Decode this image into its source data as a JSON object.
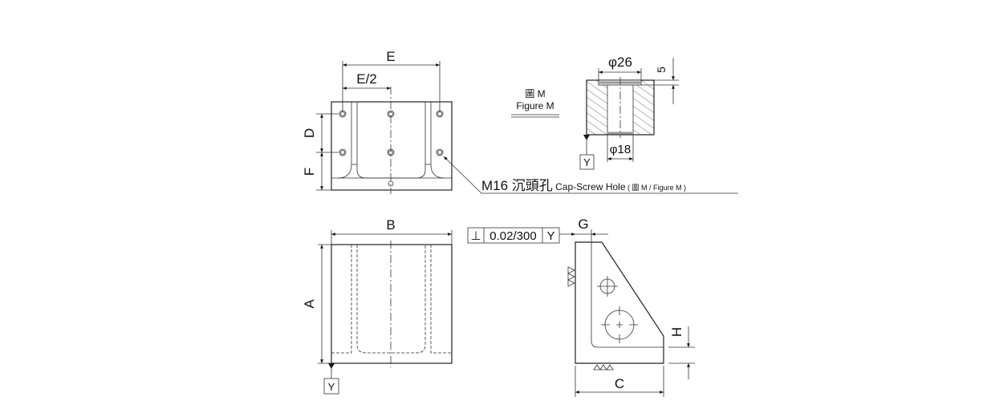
{
  "dimensions": {
    "E": "E",
    "E_half": "E/2",
    "D": "D",
    "F": "F",
    "B": "B",
    "A": "A",
    "G": "G",
    "C": "C",
    "H": "H",
    "phi26": "φ26",
    "phi18": "φ18",
    "five": "5"
  },
  "figure_label": {
    "zh": "圖 M",
    "en": "Figure M"
  },
  "hole_callout": {
    "main": "M16 沉頭孔",
    "en": " Cap-Screw Hole",
    "ref": " ( 圖 M / Figure M )"
  },
  "datum": {
    "letter": "Y"
  },
  "tolerance": {
    "symbol": "⊥",
    "value": "0.02/300",
    "datum": "Y"
  }
}
